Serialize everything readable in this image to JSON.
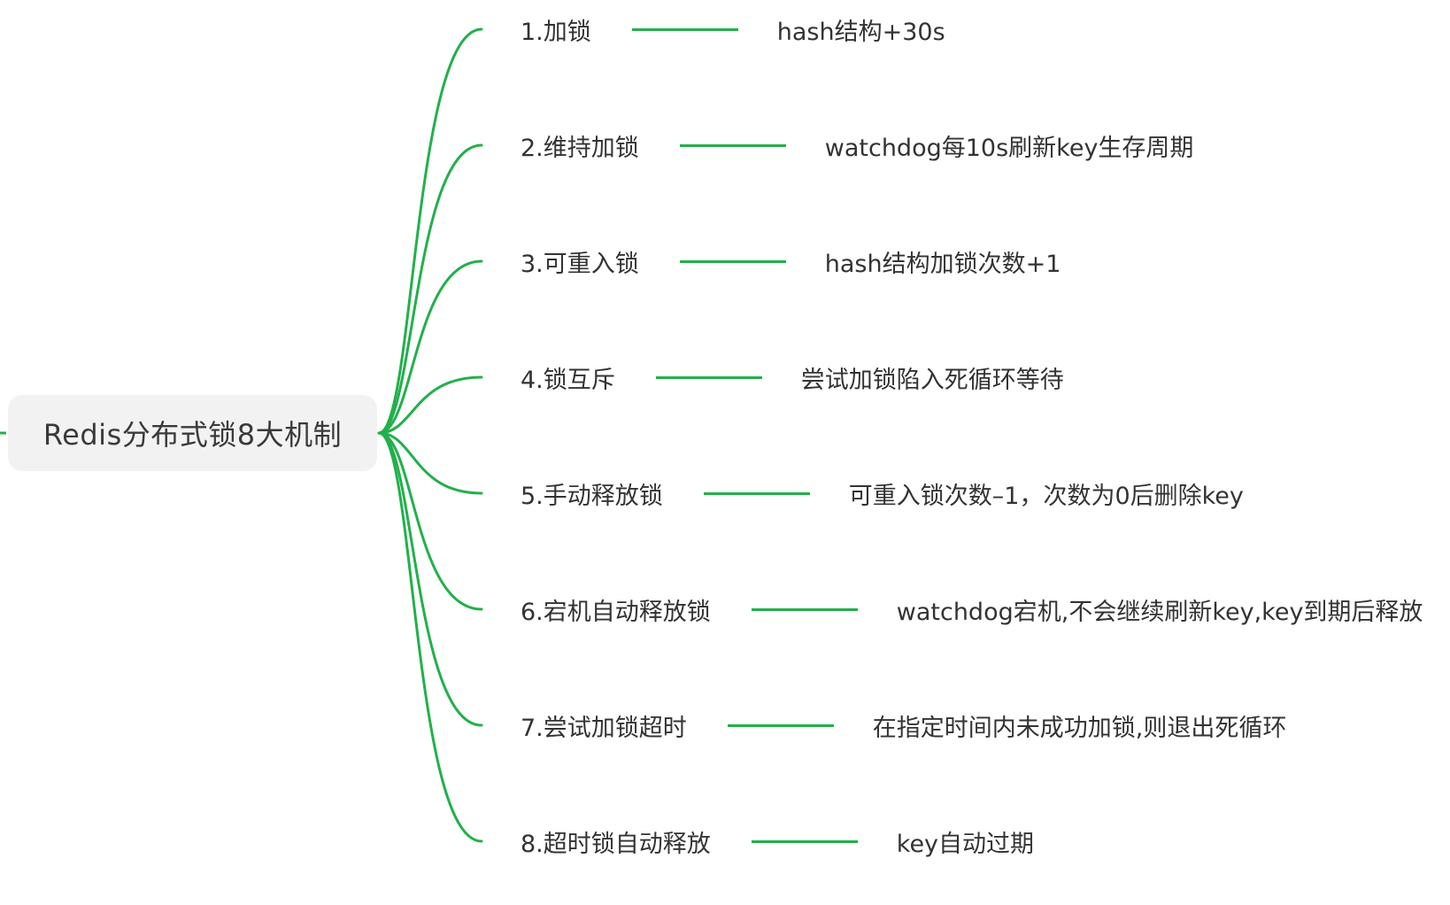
{
  "colors": {
    "edge": "#22b04b",
    "root_background": "#f2f2f2",
    "text": "#333333"
  },
  "root": {
    "label": "Redis分布式锁8大机制"
  },
  "branches": [
    {
      "label": "1.加锁",
      "detail": "hash结构+30s"
    },
    {
      "label": "2.维持加锁",
      "detail": "watchdog每10s刷新key生存周期"
    },
    {
      "label": "3.可重入锁",
      "detail": "hash结构加锁次数+1"
    },
    {
      "label": "4.锁互斥",
      "detail": "尝试加锁陷入死循环等待"
    },
    {
      "label": "5.手动释放锁",
      "detail": "可重入锁次数–1，次数为0后删除key"
    },
    {
      "label": "6.宕机自动释放锁",
      "detail": "watchdog宕机,不会继续刷新key,key到期后释放"
    },
    {
      "label": "7.尝试加锁超时",
      "detail": "在指定时间内未成功加锁,则退出死循环"
    },
    {
      "label": "8.超时锁自动释放",
      "detail": "key自动过期"
    }
  ]
}
